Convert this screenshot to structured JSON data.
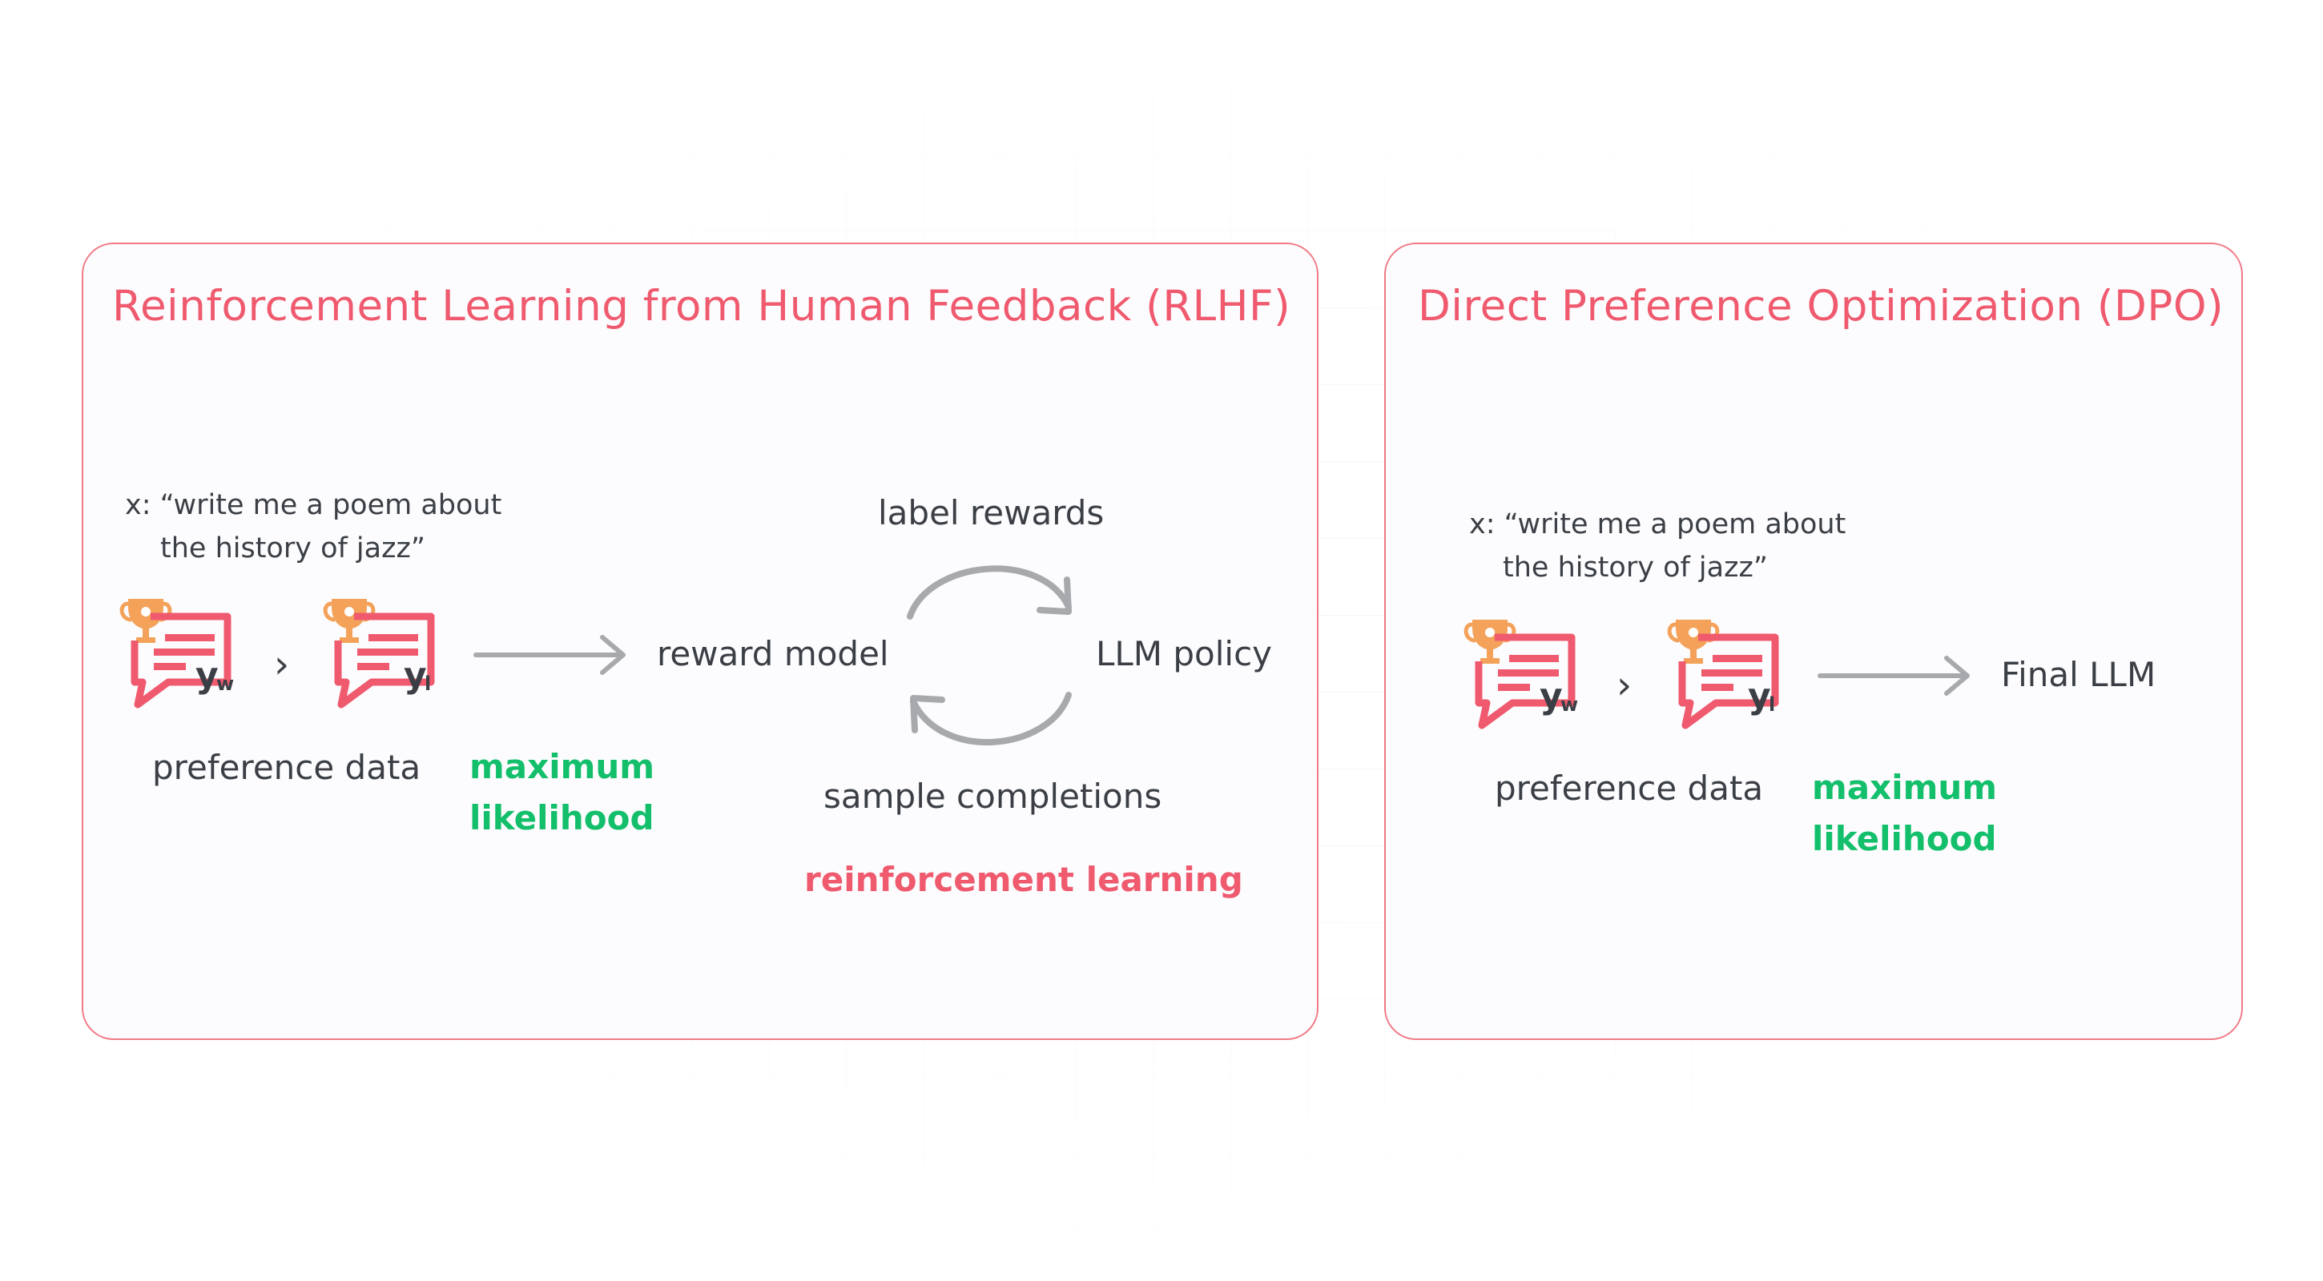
{
  "rlhf": {
    "title": "Reinforcement Learning from Human Feedback (RLHF)",
    "prompt_line1": "x: “write me a poem about",
    "prompt_line2": "the history of jazz”",
    "winner_sub": "w",
    "loser_sub": "l",
    "response_letter": "y",
    "gt_symbol": "›",
    "preference_label": "preference data",
    "ml_line1": "maximum",
    "ml_line2": "likelihood",
    "reward_model": "reward model",
    "llm_policy": "LLM policy",
    "label_rewards": "label rewards",
    "sample_completions": "sample completions",
    "rl_label": "reinforcement learning"
  },
  "dpo": {
    "title": "Direct Preference Optimization (DPO)",
    "prompt_line1": "x: “write me a poem about",
    "prompt_line2": "the history of jazz”",
    "winner_sub": "w",
    "loser_sub": "l",
    "response_letter": "y",
    "gt_symbol": "›",
    "preference_label": "preference data",
    "ml_line1": "maximum",
    "ml_line2": "likelihood",
    "final_llm": "Final LLM"
  },
  "colors": {
    "accent_pink": "#ef5a6e",
    "trophy_orange": "#f4a25a",
    "green": "#13bf6b",
    "arrow_gray": "#a7a9ad"
  },
  "icons": [
    "trophy-icon",
    "chat-bubble-icon",
    "arrow-right-icon",
    "cycle-arrow-icon"
  ]
}
